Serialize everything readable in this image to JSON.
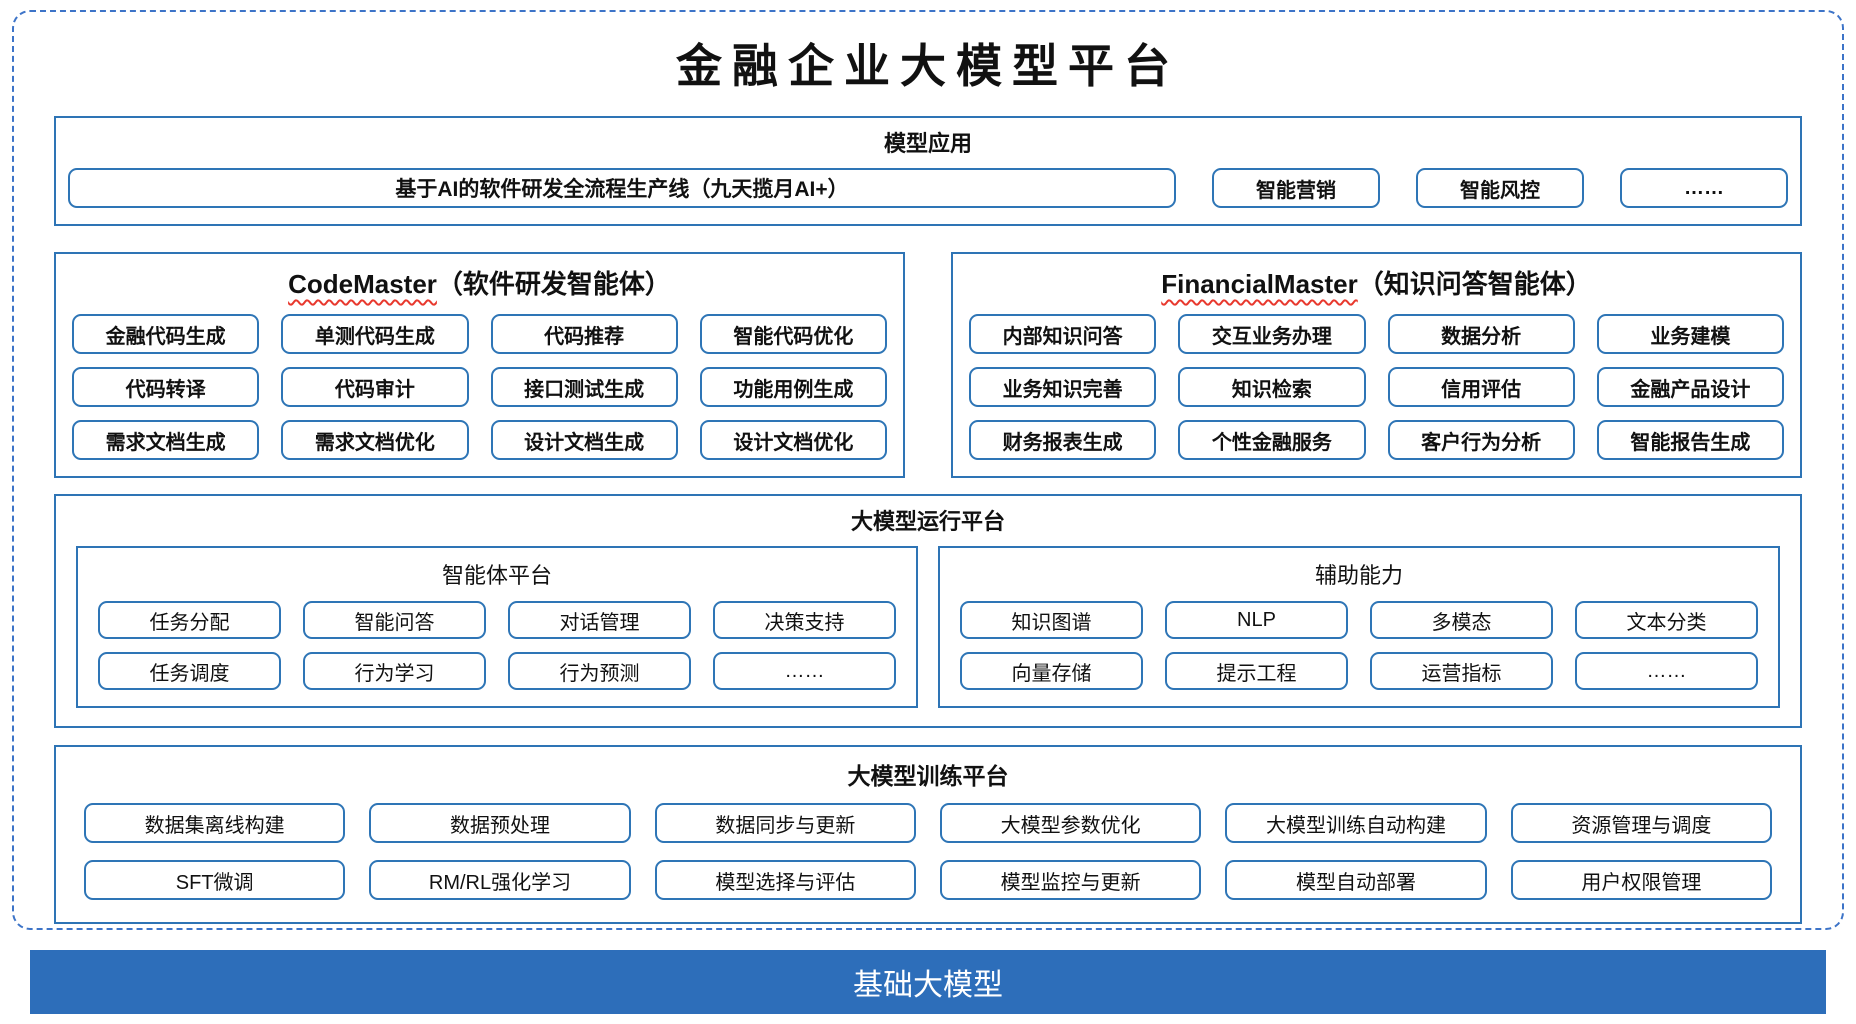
{
  "title": "金融企业大模型平台",
  "sections": {
    "model_app": {
      "header": "模型应用",
      "main_button": "基于AI的软件研发全流程生产线（九天揽月AI+）",
      "buttons": [
        "智能营销",
        "智能风控",
        "……"
      ]
    },
    "code_master": {
      "title_en": "CodeMaster",
      "title_zh": "（软件研发智能体）",
      "buttons": [
        "金融代码生成",
        "单测代码生成",
        "代码推荐",
        "智能代码优化",
        "代码转译",
        "代码审计",
        "接口测试生成",
        "功能用例生成",
        "需求文档生成",
        "需求文档优化",
        "设计文档生成",
        "设计文档优化"
      ]
    },
    "financial_master": {
      "title_en": "FinancialMaster",
      "title_zh": "（知识问答智能体）",
      "buttons": [
        "内部知识问答",
        "交互业务办理",
        "数据分析",
        "业务建模",
        "业务知识完善",
        "知识检索",
        "信用评估",
        "金融产品设计",
        "财务报表生成",
        "个性金融服务",
        "客户行为分析",
        "智能报告生成"
      ]
    },
    "runtime": {
      "header": "大模型运行平台",
      "agent_platform": {
        "header": "智能体平台",
        "buttons": [
          "任务分配",
          "智能问答",
          "对话管理",
          "决策支持",
          "任务调度",
          "行为学习",
          "行为预测",
          "……"
        ]
      },
      "aux_capability": {
        "header": "辅助能力",
        "buttons": [
          "知识图谱",
          "NLP",
          "多模态",
          "文本分类",
          "向量存储",
          "提示工程",
          "运营指标",
          "……"
        ]
      }
    },
    "training": {
      "header": "大模型训练平台",
      "buttons": [
        "数据集离线构建",
        "数据预处理",
        "数据同步与更新",
        "大模型参数优化",
        "大模型训练自动构建",
        "资源管理与调度",
        "SFT微调",
        "RM/RL强化学习",
        "模型选择与评估",
        "模型监控与更新",
        "模型自动部署",
        "用户权限管理"
      ]
    }
  },
  "footer": {
    "label": "基础大模型"
  },
  "colors": {
    "frame_dashed_blue": "#3d74c8",
    "section_border_blue": "#2e74b5",
    "button_border_blue": "#2e75b6",
    "footer_bg_blue": "#2d6eba",
    "squiggle_red": "#e8392e",
    "text_black": "#111111"
  }
}
